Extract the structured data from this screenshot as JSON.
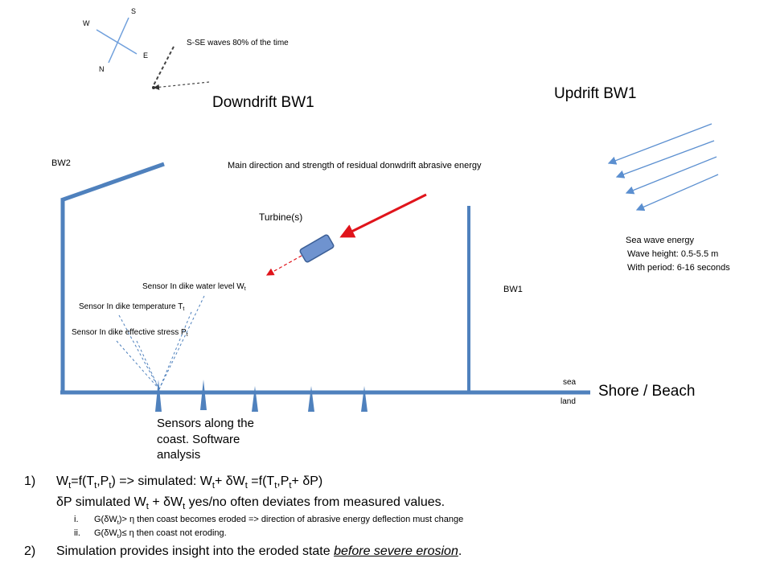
{
  "compass": {
    "s": "S",
    "w": "W",
    "n": "N",
    "e": "E",
    "caption": "S-SE waves 80% of the time"
  },
  "titles": {
    "downdrift": "Downdrift BW1",
    "updrift": "Updrift BW1"
  },
  "labels": {
    "bw2": "BW2",
    "bw1": "BW1",
    "turbine": "Turbine(s)",
    "main_direction": "Main direction and strength of residual donwdrift abrasive energy",
    "sensor_water_prefix": "Sensor In dike water level W",
    "sensor_temp_prefix": "Sensor In dike temperature T",
    "sensor_stress_prefix": "Sensor In dike effective stress P",
    "sub_t": "t",
    "sea": "sea",
    "land": "land",
    "shore": "Shore / Beach",
    "sensors_coast": [
      "Sensors along the",
      "coast. Software",
      "analysis"
    ]
  },
  "wave_energy": [
    "Sea wave energy",
    "Wave height: 0.5-5.5 m",
    "With period: 6-16 seconds"
  ],
  "notes": {
    "n1": {
      "num": "1)",
      "w": "W",
      "t": "t",
      "eq1": "=f(T",
      "comma": ",P",
      "arrow": ") => simulated: W",
      "plus": "+ δW",
      "eq2": " =f(T",
      "end": "+ δP)"
    },
    "n1b": {
      "a": "δP  simulated W",
      "b": " + δW",
      "c": " yes/no often deviates from measured values."
    },
    "ni": {
      "num": "i.",
      "a": "G(δW",
      "b": ")> η then coast  becomes eroded => direction of abrasive energy deflection must change"
    },
    "nii": {
      "num": "ii.",
      "a": "G(δW",
      "b": ")≤ η then coast not eroding."
    },
    "n2": {
      "num": "2)",
      "a": "Simulation provides insight into the eroded state ",
      "b": "before severe erosion",
      "c": "."
    }
  }
}
